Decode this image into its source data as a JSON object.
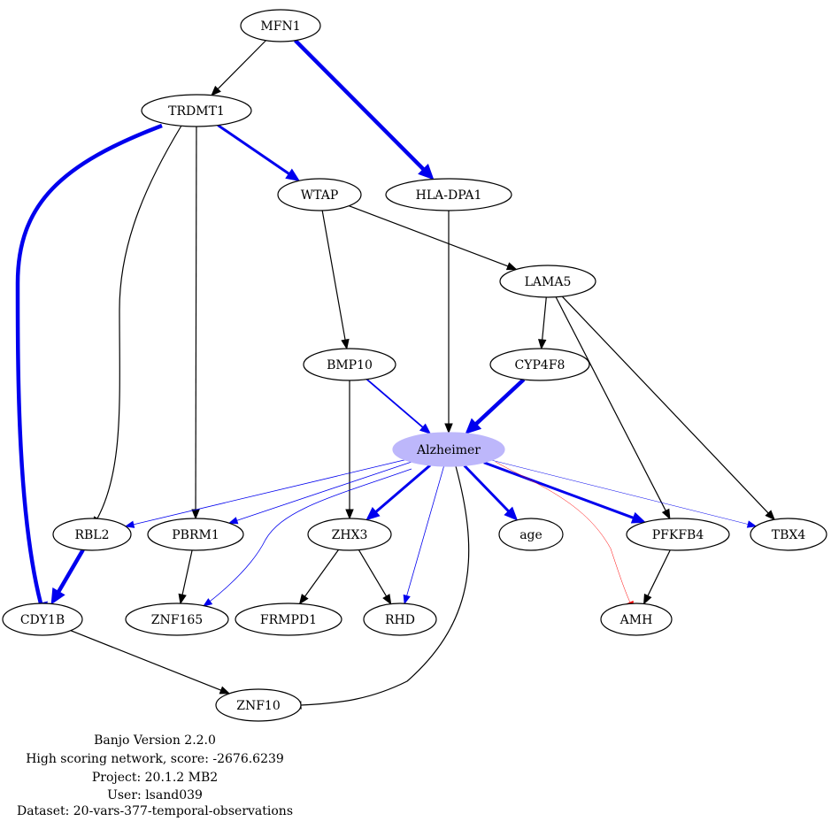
{
  "diagram": {
    "nodes": [
      {
        "id": "MFN1",
        "label": "MFN1"
      },
      {
        "id": "TRDMT1",
        "label": "TRDMT1"
      },
      {
        "id": "WTAP",
        "label": "WTAP"
      },
      {
        "id": "HLA-DPA1",
        "label": "HLA-DPA1"
      },
      {
        "id": "LAMA5",
        "label": "LAMA5"
      },
      {
        "id": "BMP10",
        "label": "BMP10"
      },
      {
        "id": "CYP4F8",
        "label": "CYP4F8"
      },
      {
        "id": "Alzheimer",
        "label": "Alzheimer",
        "fill": "#bdb7fb"
      },
      {
        "id": "RBL2",
        "label": "RBL2"
      },
      {
        "id": "PBRM1",
        "label": "PBRM1"
      },
      {
        "id": "ZHX3",
        "label": "ZHX3"
      },
      {
        "id": "age",
        "label": "age"
      },
      {
        "id": "PFKFB4",
        "label": "PFKFB4"
      },
      {
        "id": "TBX4",
        "label": "TBX4"
      },
      {
        "id": "CDY1B",
        "label": "CDY1B"
      },
      {
        "id": "ZNF165",
        "label": "ZNF165"
      },
      {
        "id": "FRMPD1",
        "label": "FRMPD1"
      },
      {
        "id": "RHD",
        "label": "RHD"
      },
      {
        "id": "AMH",
        "label": "AMH"
      },
      {
        "id": "ZNF10",
        "label": "ZNF10"
      }
    ],
    "edges": [
      {
        "from": "MFN1",
        "to": "TRDMT1",
        "color": "#000000",
        "weight": "thin"
      },
      {
        "from": "MFN1",
        "to": "HLA-DPA1",
        "color": "#0000ee",
        "weight": "heavy"
      },
      {
        "from": "TRDMT1",
        "to": "WTAP",
        "color": "#0000ee",
        "weight": "medium"
      },
      {
        "from": "TRDMT1",
        "to": "CDY1B",
        "color": "#0000ee",
        "weight": "heavy"
      },
      {
        "from": "TRDMT1",
        "to": "RBL2",
        "color": "#000000",
        "weight": "thin"
      },
      {
        "from": "TRDMT1",
        "to": "PBRM1",
        "color": "#000000",
        "weight": "thin"
      },
      {
        "from": "WTAP",
        "to": "LAMA5",
        "color": "#000000",
        "weight": "thin"
      },
      {
        "from": "WTAP",
        "to": "BMP10",
        "color": "#000000",
        "weight": "thin"
      },
      {
        "from": "HLA-DPA1",
        "to": "Alzheimer",
        "color": "#000000",
        "weight": "thin"
      },
      {
        "from": "LAMA5",
        "to": "CYP4F8",
        "color": "#000000",
        "weight": "thin"
      },
      {
        "from": "LAMA5",
        "to": "PFKFB4",
        "color": "#000000",
        "weight": "thin"
      },
      {
        "from": "LAMA5",
        "to": "TBX4",
        "color": "#000000",
        "weight": "thin"
      },
      {
        "from": "BMP10",
        "to": "Alzheimer",
        "color": "#0000ee",
        "weight": "light"
      },
      {
        "from": "BMP10",
        "to": "ZHX3",
        "color": "#000000",
        "weight": "thin"
      },
      {
        "from": "CYP4F8",
        "to": "Alzheimer",
        "color": "#0000ee",
        "weight": "heavy"
      },
      {
        "from": "Alzheimer",
        "to": "RBL2",
        "color": "#0000ee",
        "weight": "hair"
      },
      {
        "from": "Alzheimer",
        "to": "PBRM1",
        "color": "#0000ee",
        "weight": "hair"
      },
      {
        "from": "Alzheimer",
        "to": "ZNF165",
        "color": "#0000ee",
        "weight": "hair"
      },
      {
        "from": "Alzheimer",
        "to": "ZHX3",
        "color": "#0000ee",
        "weight": "medium"
      },
      {
        "from": "Alzheimer",
        "to": "RHD",
        "color": "#0000ee",
        "weight": "hair"
      },
      {
        "from": "Alzheimer",
        "to": "ZNF10",
        "color": "#000000",
        "weight": "thin"
      },
      {
        "from": "Alzheimer",
        "to": "age",
        "color": "#0000ee",
        "weight": "medium"
      },
      {
        "from": "Alzheimer",
        "to": "PFKFB4",
        "color": "#0000ee",
        "weight": "medium"
      },
      {
        "from": "Alzheimer",
        "to": "AMH",
        "color": "#ff0000",
        "weight": "faint"
      },
      {
        "from": "Alzheimer",
        "to": "TBX4",
        "color": "#0000ee",
        "weight": "faint"
      },
      {
        "from": "RBL2",
        "to": "CDY1B",
        "color": "#0000ee",
        "weight": "heavy"
      },
      {
        "from": "PBRM1",
        "to": "ZNF165",
        "color": "#000000",
        "weight": "thin"
      },
      {
        "from": "ZHX3",
        "to": "FRMPD1",
        "color": "#000000",
        "weight": "thin"
      },
      {
        "from": "ZHX3",
        "to": "RHD",
        "color": "#000000",
        "weight": "thin"
      },
      {
        "from": "PFKFB4",
        "to": "AMH",
        "color": "#000000",
        "weight": "thin"
      },
      {
        "from": "CDY1B",
        "to": "ZNF10",
        "color": "#000000",
        "weight": "thin"
      }
    ]
  },
  "caption": {
    "lines": [
      "Banjo Version 2.2.0",
      "High scoring network, score: -2676.6239",
      "Project: 20.1.2 MB2",
      "User: lsand039",
      "Dataset: 20-vars-377-temporal-observations"
    ]
  }
}
